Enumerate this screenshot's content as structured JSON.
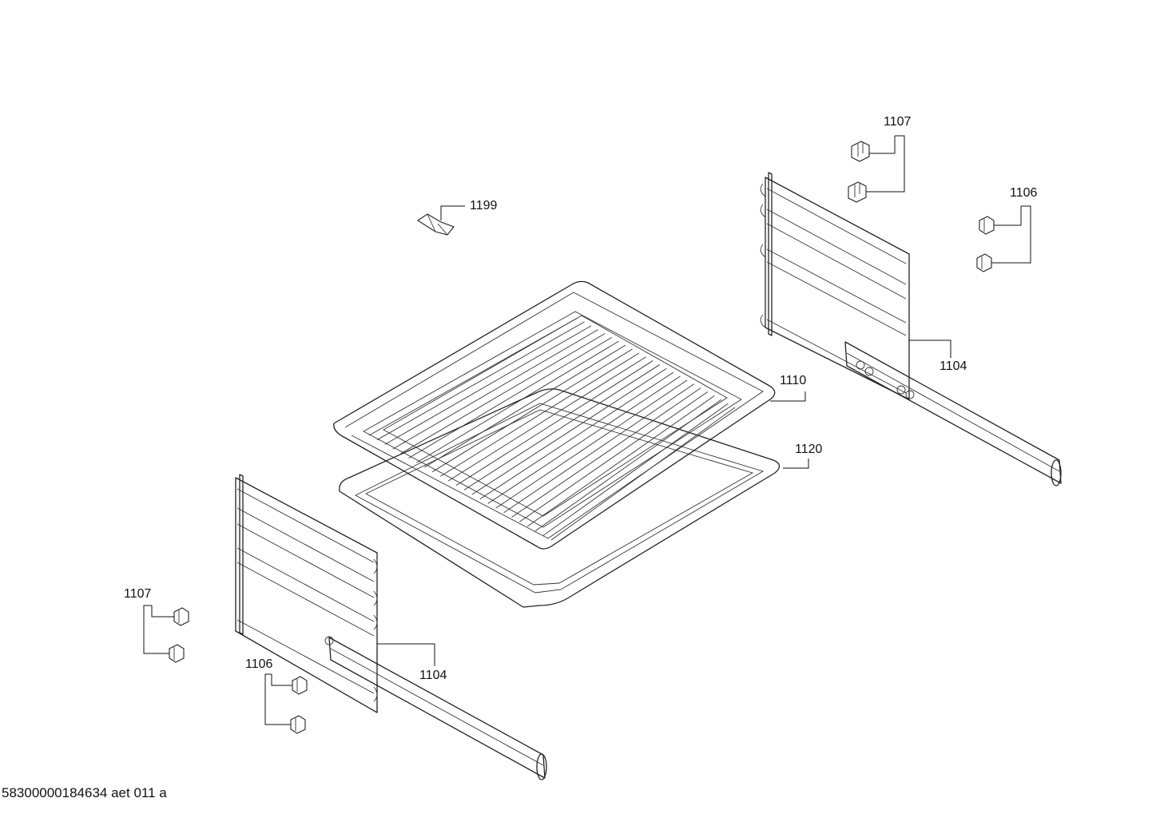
{
  "parts": {
    "label_1107_top": "1107",
    "label_1106_top": "1106",
    "label_1199": "1199",
    "label_1104_right": "1104",
    "label_1110": "1110",
    "label_1120": "1120",
    "label_1107_bottom": "1107",
    "label_1106_bottom": "1106",
    "label_1104_left": "1104"
  },
  "footer": {
    "drawing_id": "58300000184634 aet 011 a"
  }
}
